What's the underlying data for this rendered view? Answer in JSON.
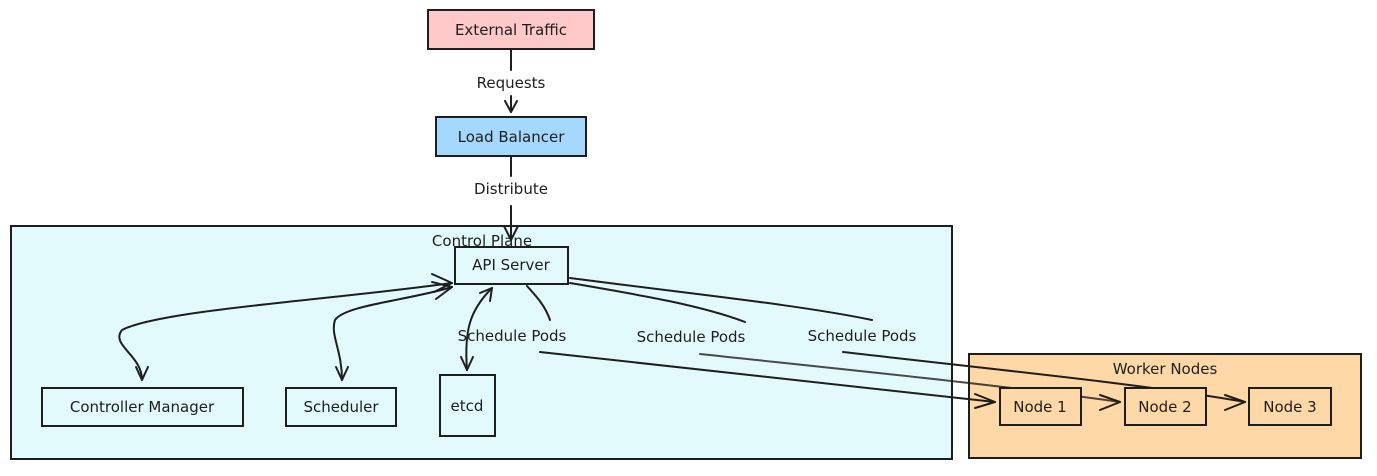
{
  "diagram": {
    "nodes": {
      "external_traffic": {
        "label": "External Traffic",
        "fill": "#ffc9c9"
      },
      "load_balancer": {
        "label": "Load Balancer",
        "fill": "#a5d8ff"
      },
      "api_server": {
        "label": "API Server",
        "fill": "#e3fafc"
      },
      "controller_manager": {
        "label": "Controller Manager",
        "fill": "#e3fafc"
      },
      "scheduler": {
        "label": "Scheduler",
        "fill": "#e3fafc"
      },
      "etcd": {
        "label": "etcd",
        "fill": "#e3fafc"
      },
      "node1": {
        "label": "Node 1",
        "fill": "#ffd8a8"
      },
      "node2": {
        "label": "Node 2",
        "fill": "#ffd8a8"
      },
      "node3": {
        "label": "Node 3",
        "fill": "#ffd8a8"
      }
    },
    "groups": {
      "control_plane": {
        "label": "Control Plane",
        "fill": "#e3fafc"
      },
      "worker_nodes": {
        "label": "Worker Nodes",
        "fill": "#ffd8a8"
      }
    },
    "edges": {
      "requests": {
        "label": "Requests",
        "from": "External Traffic",
        "to": "Load Balancer"
      },
      "distribute": {
        "label": "Distribute",
        "from": "Load Balancer",
        "to": "API Server"
      },
      "schedule1": {
        "label": "Schedule Pods",
        "from": "API Server",
        "to": "Node 1"
      },
      "schedule2": {
        "label": "Schedule Pods",
        "from": "API Server",
        "to": "Node 2"
      },
      "schedule3": {
        "label": "Schedule Pods",
        "from": "API Server",
        "to": "Node 3"
      },
      "cm_api": {
        "label": "",
        "from": "Controller Manager",
        "to": "API Server",
        "bidirectional": true
      },
      "sched_api": {
        "label": "",
        "from": "Scheduler",
        "to": "API Server",
        "bidirectional": true
      },
      "etcd_api": {
        "label": "",
        "from": "etcd",
        "to": "API Server",
        "bidirectional": true
      }
    }
  }
}
